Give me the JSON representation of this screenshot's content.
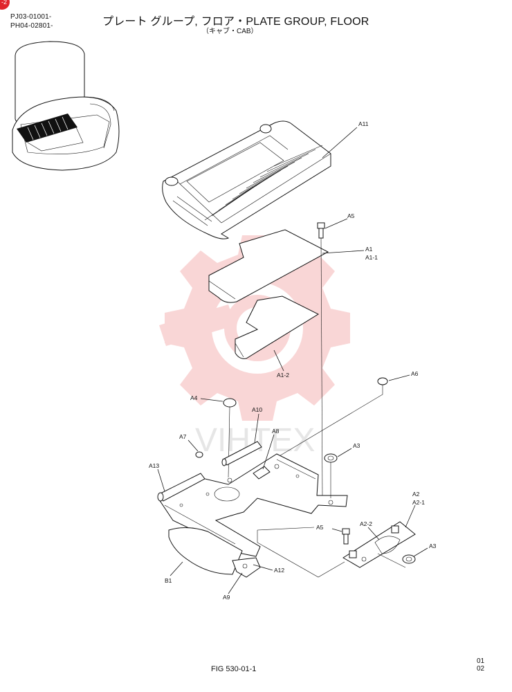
{
  "header": {
    "code_line_1": "PJ03-01001-",
    "code_line_2": "PH04-02801-",
    "title": "プレート グループ, フロア・PLATE GROUP, FLOOR",
    "subtitle": "（キャブ・CAB）"
  },
  "corner_badge": "-2",
  "watermark": {
    "text": "VIHTEX",
    "color": "#f7c9c9"
  },
  "callouts": {
    "A11": "A11",
    "A5_top": "A5",
    "A1": "A1",
    "A1_1": "A1-1",
    "A1_2": "A1-2",
    "A6": "A6",
    "A4": "A4",
    "A10": "A10",
    "A7": "A7",
    "A8": "A8",
    "A3_top": "A3",
    "A13": "A13",
    "A2": "A2",
    "A2_1": "A2-1",
    "A2_2": "A2-2",
    "A5_bottom": "A5",
    "A3_bottom": "A3",
    "A12": "A12",
    "B1": "B1",
    "A9": "A9"
  },
  "footer": {
    "figure": "FIG 530-01-1",
    "page_line_1": "01",
    "page_line_2": "02"
  }
}
